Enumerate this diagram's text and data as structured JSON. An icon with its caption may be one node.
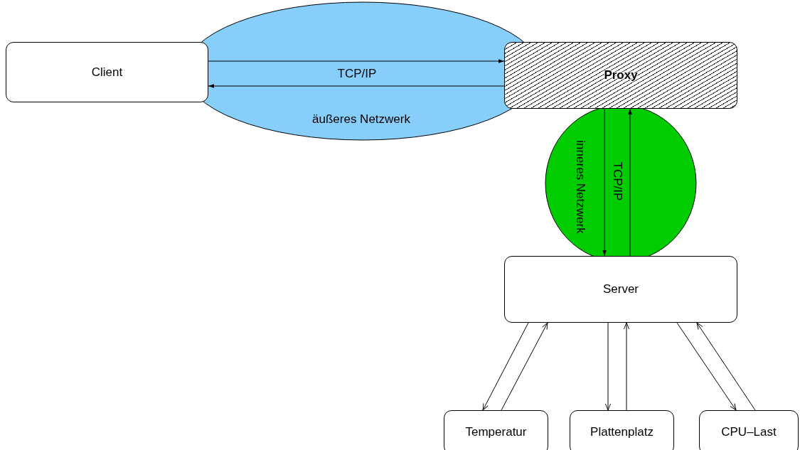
{
  "diagram": {
    "nodes": [
      {
        "text": [
          "Client"
        ]
      },
      {
        "text": [
          "Proxy"
        ]
      },
      {
        "text": [
          "Server"
        ]
      },
      {
        "text": [
          "Temperatur"
        ]
      },
      {
        "text": [
          "Plattenplatz"
        ]
      },
      {
        "text": [
          "CPU–Last"
        ]
      }
    ],
    "edges": [
      {
        "from": 0,
        "to": 1,
        "arrow": "to",
        "label": "TCP/IP"
      },
      {
        "from": 1,
        "to": 0,
        "arrow": "to"
      },
      {
        "from": 1,
        "to": 2,
        "arrow": "to",
        "label": "TCP/IP"
      },
      {
        "from": 2,
        "to": 1,
        "arrow": "to"
      },
      {
        "from": 2,
        "to": 3,
        "arrow": "to"
      },
      {
        "from": 3,
        "to": 2,
        "arrow": "to"
      },
      {
        "from": 2,
        "to": 4,
        "arrow": "to"
      },
      {
        "from": 4,
        "to": 2,
        "arrow": "to"
      },
      {
        "from": 2,
        "to": 5,
        "arrow": "to"
      },
      {
        "from": 5,
        "to": 2,
        "arrow": "to"
      }
    ],
    "labels": [
      "äußeres Netzwerk",
      "inneres Netzwerk"
    ]
  }
}
